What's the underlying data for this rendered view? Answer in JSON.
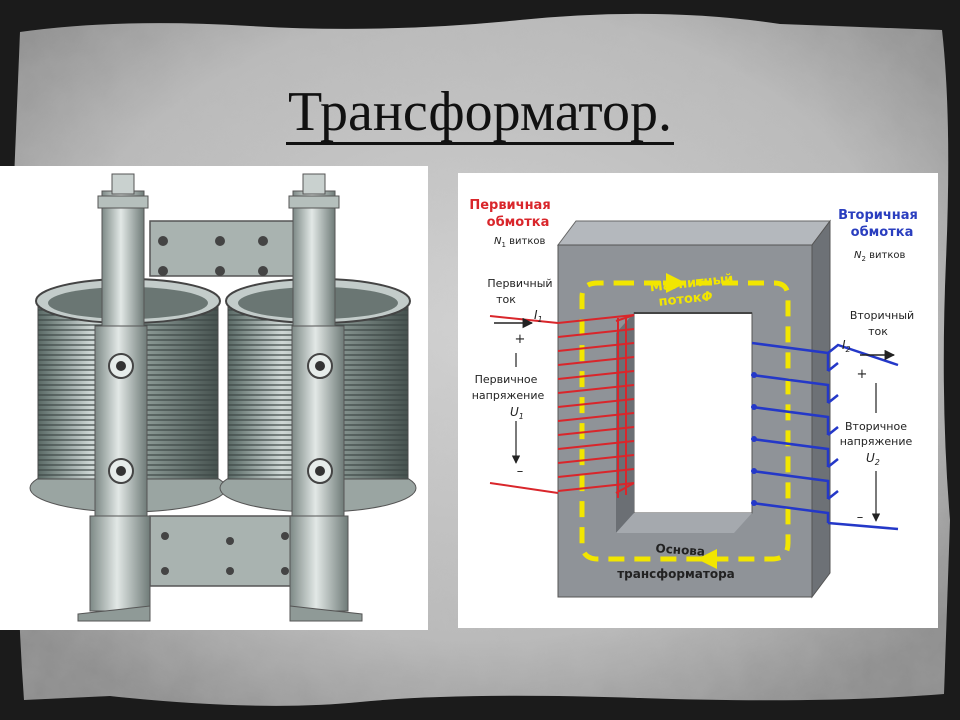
{
  "slide": {
    "title": "Трансформатор."
  },
  "diagram": {
    "primary_winding": {
      "line1": "Первичная",
      "line2": "обмотка",
      "sub_n": "N",
      "sub_idx": "1",
      "sub_rest": " витков"
    },
    "secondary_winding": {
      "line1": "Вторичная",
      "line2": "обмотка",
      "sub_n": "N",
      "sub_idx": "2",
      "sub_rest": " витков"
    },
    "primary_current": {
      "line1": "Первичный",
      "line2": "ток",
      "symbol": "I",
      "idx": "1"
    },
    "secondary_current": {
      "line1": "Вторичный",
      "line2": "ток",
      "symbol": "I",
      "idx": "2"
    },
    "primary_voltage": {
      "line1": "Первичное",
      "line2": "напряжение",
      "symbol": "U",
      "idx": "1",
      "plus": "+",
      "minus": "–"
    },
    "secondary_voltage": {
      "line1": "Вторичное",
      "line2": "напряжение",
      "symbol": "U",
      "idx": "2",
      "plus": "+",
      "minus": "–"
    },
    "flux": {
      "line1": "Магнитный",
      "line2": "поток",
      "symbol": "Φ"
    },
    "core": {
      "line1": "Основа",
      "line2": "трансформатора"
    },
    "colors": {
      "primary": "#d9262b",
      "secondary": "#2438c8",
      "flux": "#f2e600",
      "core": "#8f9398",
      "label_primary": "#d9262b",
      "label_secondary": "#2a3ebf"
    }
  }
}
